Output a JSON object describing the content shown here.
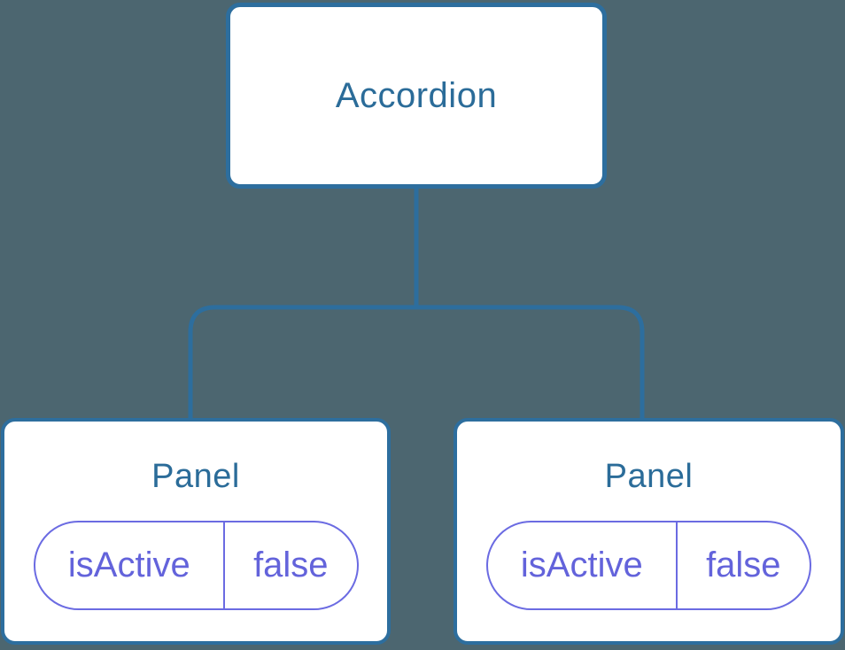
{
  "colors": {
    "background": "#4C6670",
    "line": "#2D6E9E",
    "box-fill": "#FFFFFF",
    "box-border": "#2D6E9E",
    "title-text": "#2B6C99",
    "pill-border": "#6B6BE2",
    "pill-text": "#6363DB"
  },
  "tree": {
    "root": {
      "label": "Accordion"
    },
    "panels": [
      {
        "title": "Panel",
        "state_name": "isActive",
        "state_value": "false"
      },
      {
        "title": "Panel",
        "state_name": "isActive",
        "state_value": "false"
      }
    ]
  }
}
